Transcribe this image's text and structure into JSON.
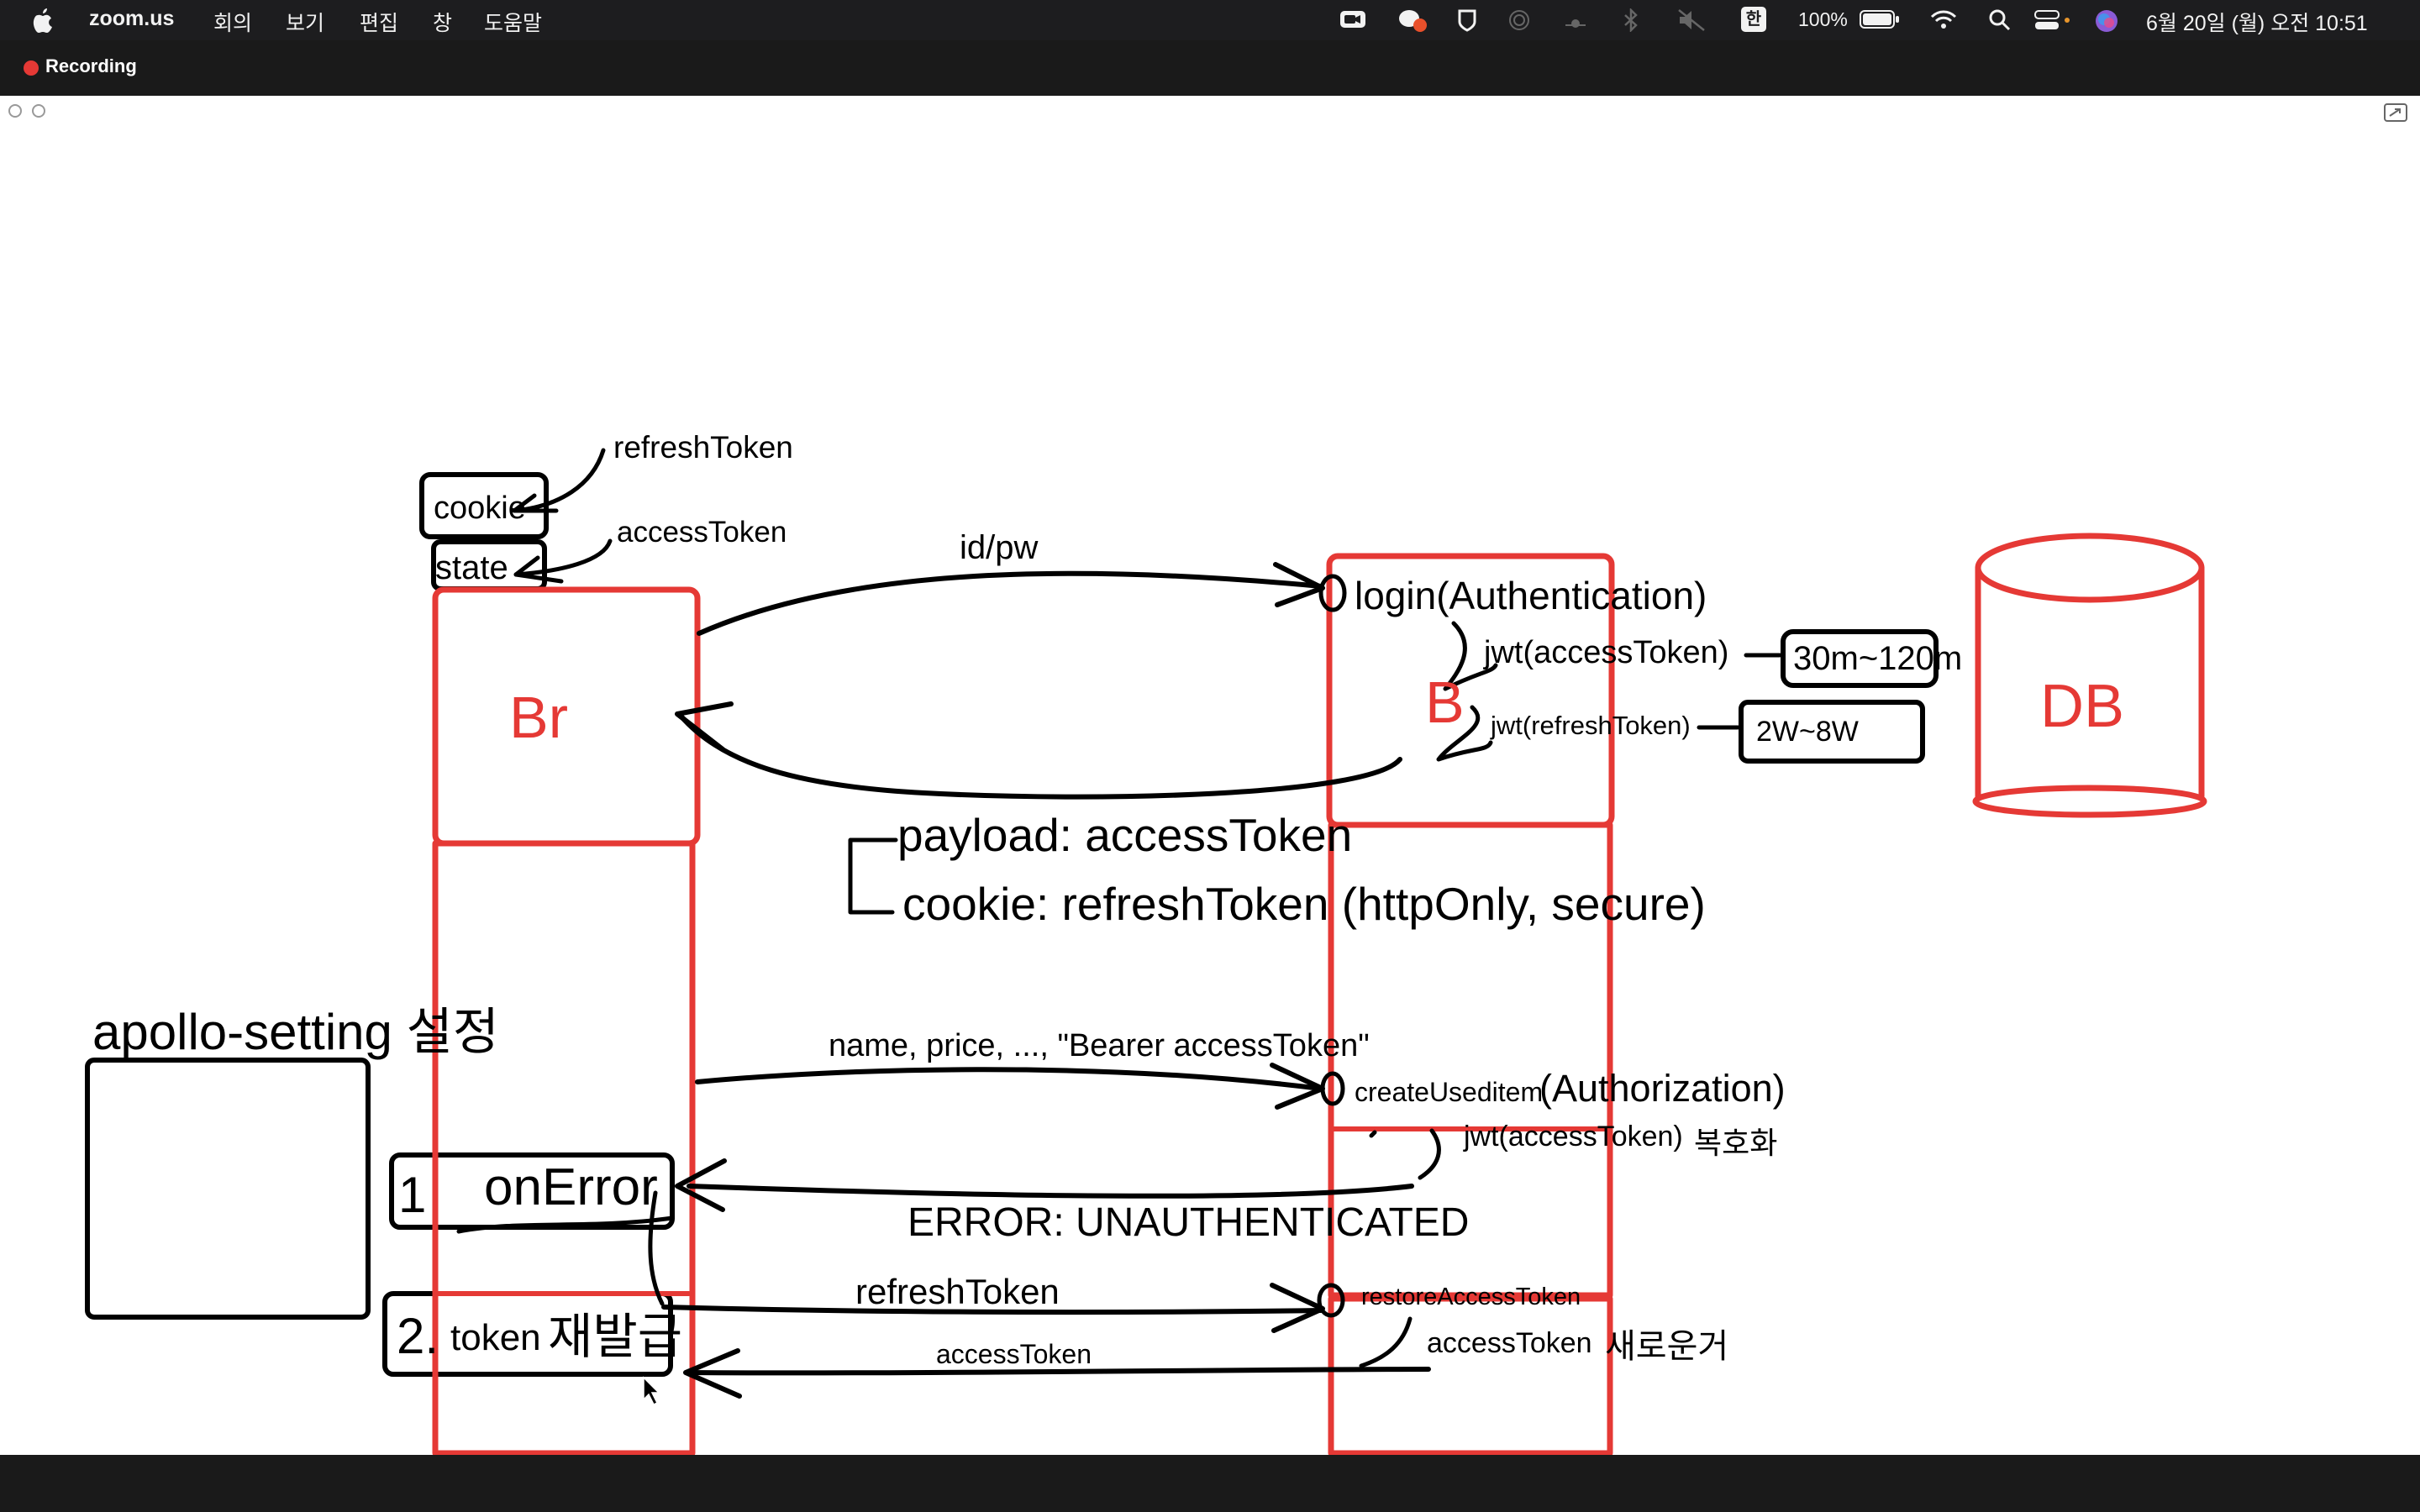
{
  "menubar": {
    "apple_icon": "apple-logo-icon",
    "app_name": "zoom.us",
    "menus": [
      "회의",
      "보기",
      "편집",
      "창",
      "도움말"
    ],
    "battery": "100%",
    "ime": "한",
    "clock": "6월 20일 (월) 오전 10:51"
  },
  "recording": {
    "label": "Recording",
    "color": "#e53935"
  },
  "whiteboard": {
    "left": {
      "refresh_token": "refreshToken",
      "cookie": "cookie",
      "access_token": "accessToken",
      "state": "state",
      "browser": "Br",
      "apollo_setting": "apollo-setting 설정",
      "on_error_num": "1",
      "on_error": "onError",
      "token_reissue_num": "2.",
      "token_reissue": "token",
      "token_reissue_kr": "재발급"
    },
    "flows": {
      "id_pw": "id/pw",
      "payload": "payload: accessToken",
      "cookie_line": "cookie: refreshToken (httpOnly, secure)",
      "create_args": "name, price, ..., \"Bearer accessToken\"",
      "error": "ERROR: UNAUTHENTICATED",
      "refresh_token": "refreshToken",
      "access_token": "accessToken"
    },
    "backend": {
      "login": "login(Authentication)",
      "be": "B",
      "jwt_access": "jwt(accessToken)",
      "access_ttl": "30m~120m",
      "jwt_refresh": "jwt(refreshToken)",
      "refresh_ttl": "2W~8W",
      "create_used_item": "createUseditem",
      "authorization": "(Authorization)",
      "jwt_access_2": "jwt(accessToken)",
      "decrypt": "복호화",
      "restore": "restoreAccessToken",
      "access_token_new": "accessToken",
      "new_one": "새로운거"
    },
    "db": "DB",
    "colors": {
      "ink": "#000000",
      "red": "#e53935"
    }
  }
}
